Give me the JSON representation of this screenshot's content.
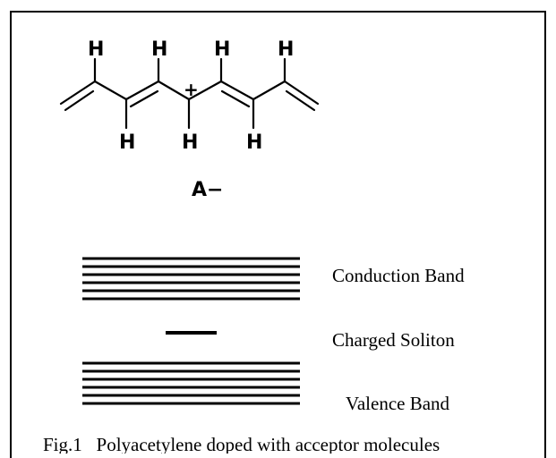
{
  "molecule": {
    "atoms": {
      "h1": "H",
      "h2": "H",
      "h3": "H",
      "h4": "H",
      "h5": "H",
      "h6": "H",
      "h7": "H"
    },
    "charge": "+",
    "counter_ion": "A−"
  },
  "bands": {
    "conduction": "Conduction Band",
    "soliton": "Charged Soliton",
    "valence": "Valence Band"
  },
  "caption": "Fig.1   Polyacetylene doped with acceptor molecules"
}
